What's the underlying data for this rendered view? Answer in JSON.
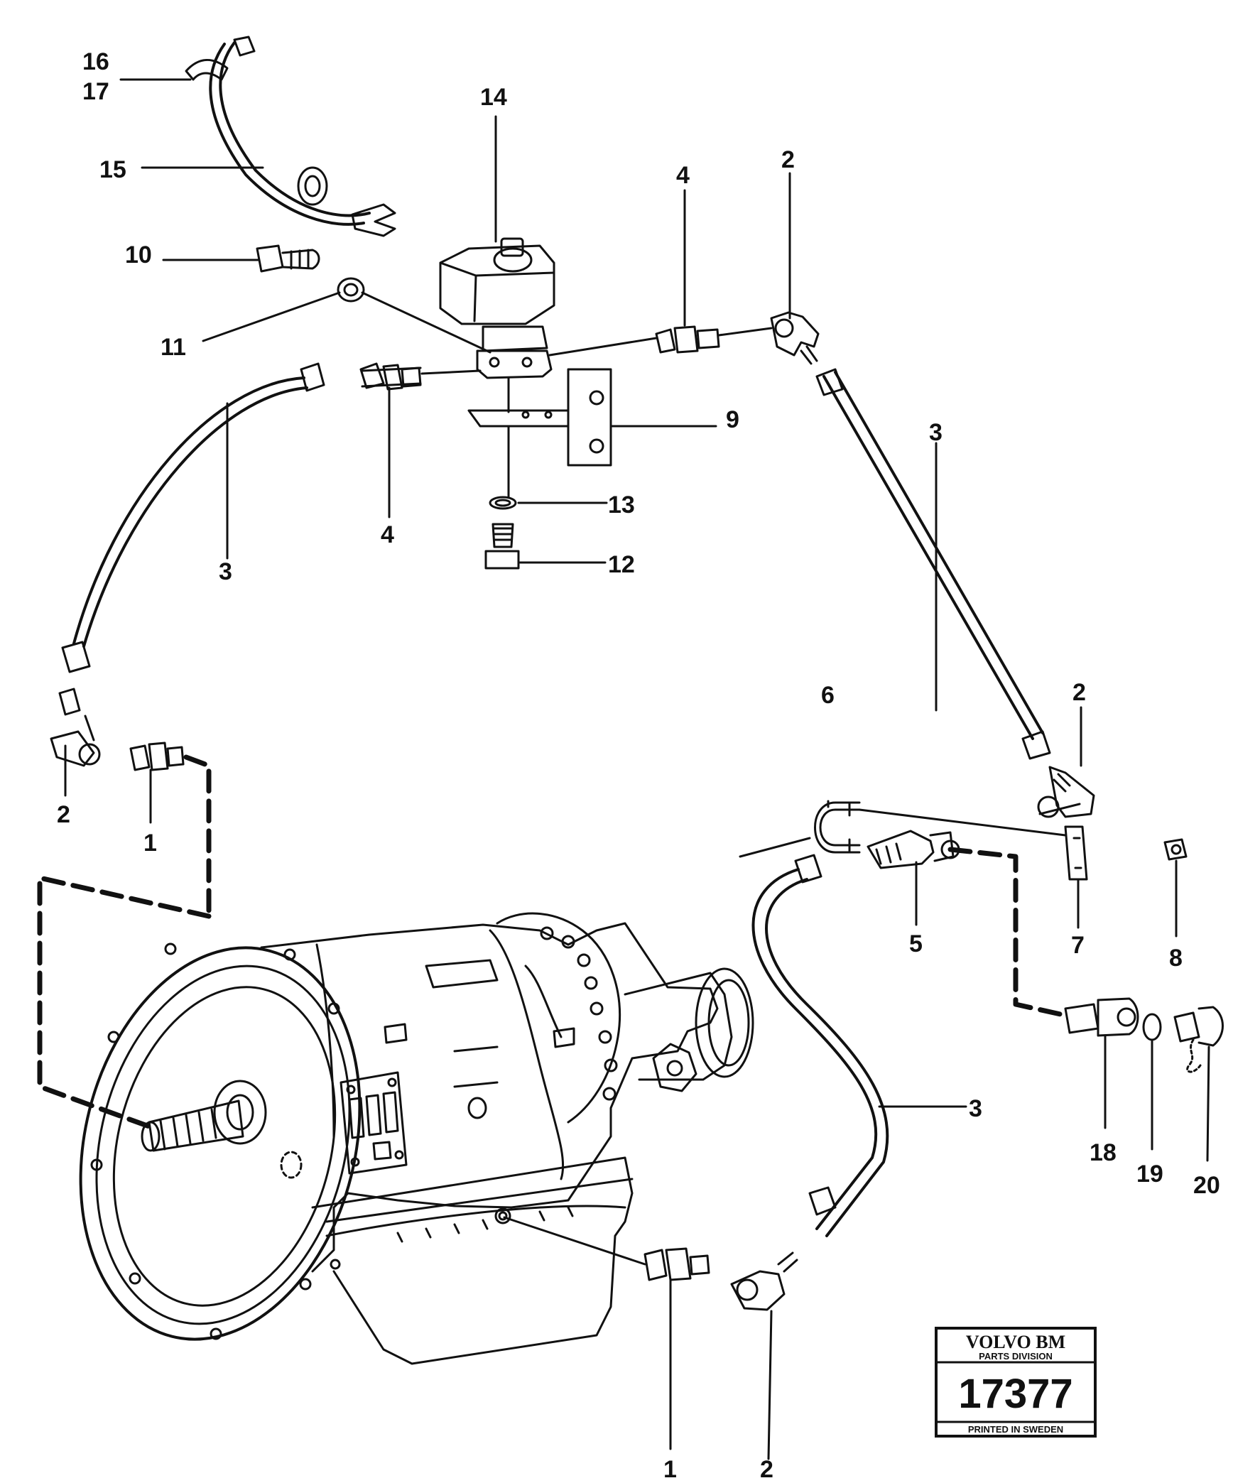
{
  "callouts": [
    {
      "id": "c16",
      "text": "16"
    },
    {
      "id": "c17",
      "text": "17"
    },
    {
      "id": "c14",
      "text": "14"
    },
    {
      "id": "c15",
      "text": "15"
    },
    {
      "id": "c4a",
      "text": "4"
    },
    {
      "id": "c2a",
      "text": "2"
    },
    {
      "id": "c10",
      "text": "10"
    },
    {
      "id": "c11",
      "text": "11"
    },
    {
      "id": "c9",
      "text": "9"
    },
    {
      "id": "c3a",
      "text": "3"
    },
    {
      "id": "c3b",
      "text": "3"
    },
    {
      "id": "c4b",
      "text": "4"
    },
    {
      "id": "c13",
      "text": "13"
    },
    {
      "id": "c12",
      "text": "12"
    },
    {
      "id": "c6",
      "text": "6"
    },
    {
      "id": "c2b",
      "text": "2"
    },
    {
      "id": "c2c",
      "text": "2"
    },
    {
      "id": "c1a",
      "text": "1"
    },
    {
      "id": "c5",
      "text": "5"
    },
    {
      "id": "c7",
      "text": "7"
    },
    {
      "id": "c8",
      "text": "8"
    },
    {
      "id": "c3c",
      "text": "3"
    },
    {
      "id": "c18",
      "text": "18"
    },
    {
      "id": "c19",
      "text": "19"
    },
    {
      "id": "c20",
      "text": "20"
    },
    {
      "id": "c1b",
      "text": "1"
    },
    {
      "id": "c2d",
      "text": "2"
    }
  ],
  "stamp": {
    "brand": "VOLVO BM",
    "division": "PARTS DIVISION",
    "number": "17377",
    "footer": "PRINTED IN SWEDEN"
  }
}
